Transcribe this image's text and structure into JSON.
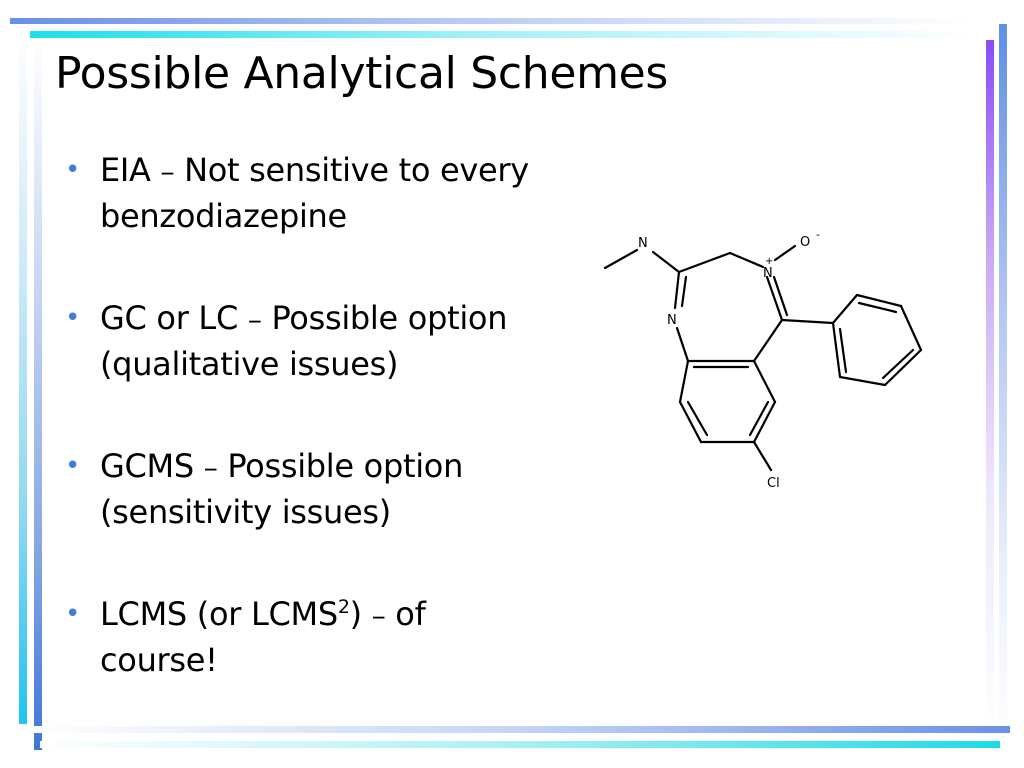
{
  "slide": {
    "title": "Possible Analytical Schemes",
    "bullets": [
      {
        "lead": "EIA",
        "dash": "–",
        "rest": "Not sensitive to every",
        "line2": "benzodiazepine"
      },
      {
        "lead": "GC or LC",
        "dash": "–",
        "rest": "Possible option",
        "line2": "(qualitative issues)"
      },
      {
        "lead": "GCMS",
        "dash": "–",
        "rest": "Possible option",
        "line2": "(sensitivity issues)"
      },
      {
        "lead": "LCMS (or LCMS",
        "sup": "2",
        "close": ")",
        "dash": "–",
        "rest": "of",
        "line2": "course!"
      }
    ],
    "molecule": {
      "atoms": {
        "n_methyl": "N",
        "n_ring": "N",
        "n_plus": "N",
        "plus": "+",
        "oxygen": "O",
        "minus": "-",
        "chlorine": "Cl"
      }
    }
  },
  "colors": {
    "bullet": "#3f7fd8",
    "accent_cyan": "#19e0ec",
    "accent_blue": "#6a8fe8",
    "accent_purple": "#8b4cf4"
  }
}
